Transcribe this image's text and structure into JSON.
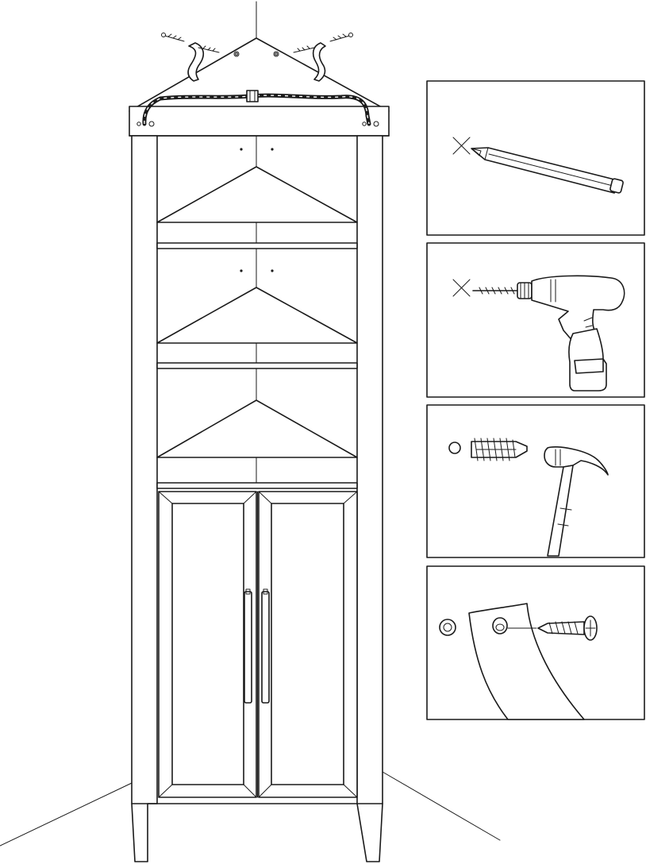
{
  "figure": {
    "illustration": "corner-cabinet-wall-anchoring",
    "steps": [
      {
        "id": "mark",
        "tool": "pencil",
        "symbol": "x-mark"
      },
      {
        "id": "drill",
        "tool": "cordless-drill",
        "symbol": "x-mark"
      },
      {
        "id": "anchor",
        "tool": "hammer",
        "part": "wall-plug"
      },
      {
        "id": "screw",
        "tool": "none",
        "part": "screw-and-strap"
      }
    ],
    "colors": {
      "line": "#1a1a1a",
      "background": "#ffffff",
      "accent_fill": "#e8e8e8"
    }
  }
}
